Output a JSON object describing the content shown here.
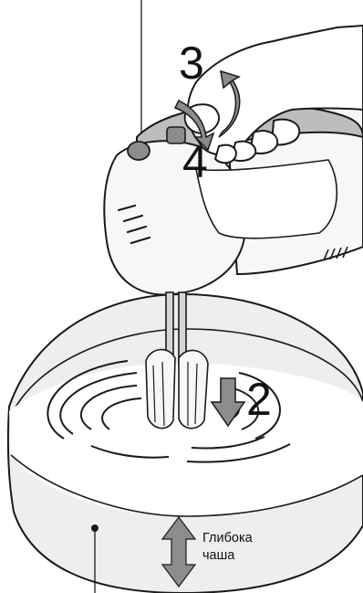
{
  "steps": {
    "three": "3",
    "four": "4",
    "two": "2"
  },
  "bowl": {
    "caption_line1": "Глибока",
    "caption_line2": "чаша"
  },
  "colors": {
    "line": "#1a1a1a",
    "arrow_gray": "#8c8c8c",
    "mixer_gray": "#bdbdbd",
    "bowl_fill": "#eeeeee"
  }
}
